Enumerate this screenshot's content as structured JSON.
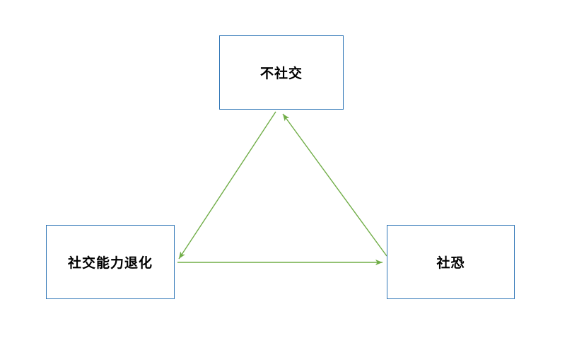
{
  "diagram": {
    "title": "",
    "background_color": "#ffffff",
    "node_border_color": "#2e75b6",
    "node_fill_color": "#ffffff",
    "node_text_color": "#000000",
    "arrow_color": "#70ad47",
    "nodes": [
      {
        "id": "no-socializing",
        "label": "不社交",
        "position": "top-center"
      },
      {
        "id": "social-skills-decline",
        "label": "社交能力退化",
        "position": "bottom-left"
      },
      {
        "id": "social-phobia",
        "label": "社恐",
        "position": "bottom-right"
      }
    ],
    "edges": [
      {
        "from": "no-socializing",
        "to": "social-skills-decline",
        "style": "arrow"
      },
      {
        "from": "social-skills-decline",
        "to": "social-phobia",
        "style": "arrow"
      },
      {
        "from": "social-phobia",
        "to": "no-socializing",
        "style": "arrow"
      }
    ]
  }
}
